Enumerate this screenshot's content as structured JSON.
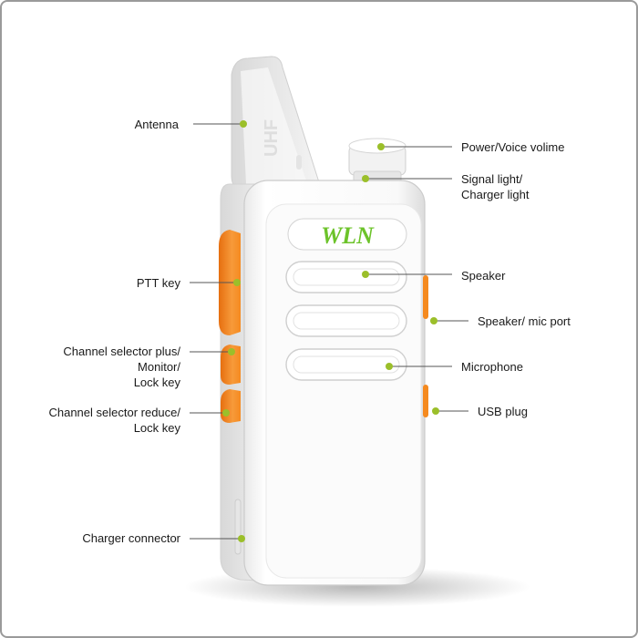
{
  "figure": {
    "brand_logo_text": "WLN",
    "antenna_text": "UHF",
    "accent_color": "#f58a1f",
    "callout_dot_color": "#9bbf2a",
    "body_color": "#ffffff"
  },
  "callouts": {
    "antenna": "Antenna",
    "ptt_key": "PTT key",
    "channel_plus": "Channel selector plus/\nMonitor/\nLock key",
    "channel_reduce": "Channel selector reduce/\nLock key",
    "charger_connector": "Charger connector",
    "power_volume": "Power/Voice volime",
    "signal_light": "Signal light/\nCharger light",
    "speaker": "Speaker",
    "speaker_mic_port": "Speaker/ mic port",
    "microphone": "Microphone",
    "usb_plug": "USB plug"
  }
}
